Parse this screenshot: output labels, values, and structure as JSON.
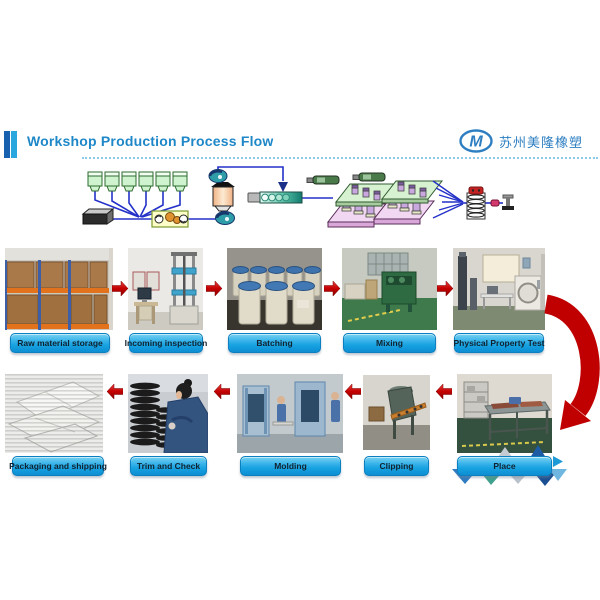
{
  "header": {
    "title": "Workshop Production Process Flow",
    "logo": {
      "monogram": "M",
      "company_name": "苏州美隆橡塑"
    }
  },
  "process": {
    "row1": [
      {
        "label": "Raw material storage"
      },
      {
        "label": "Incoming inspection"
      },
      {
        "label": "Batching"
      },
      {
        "label": "Mixing"
      },
      {
        "label": "Physical Property Test"
      }
    ],
    "row2": [
      {
        "label": "Packaging and shipping"
      },
      {
        "label": "Trim and Check"
      },
      {
        "label": "Molding"
      },
      {
        "label": "Clipping"
      },
      {
        "label": "Place"
      }
    ]
  },
  "colors": {
    "accent_blue": "#1E87C8",
    "banner_blue": "#29ABE2",
    "arrow_red": "#C00000",
    "logo_blue": "#2E7FC1",
    "line_blue": "#2431C8"
  }
}
